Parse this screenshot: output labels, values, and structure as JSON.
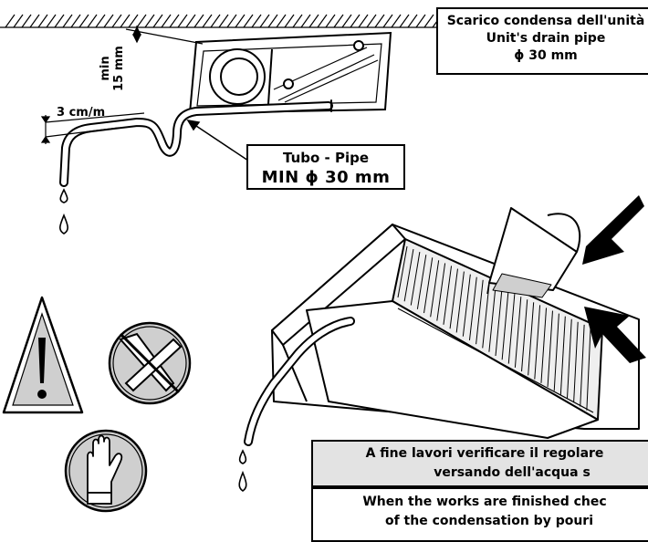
{
  "labels": {
    "drain_line1": "Scarico condensa dell'unità",
    "drain_line2": "Unit's drain pipe",
    "drain_line3": "ϕ 30 mm",
    "pipe_line1": "Tubo - Pipe",
    "pipe_line2": "MIN  ϕ 30 mm",
    "slope": "3 cm/m",
    "min_word": "min",
    "min_value": "15 mm",
    "note_it_line1": "A fine lavori verificare il regolare",
    "note_it_line2": "versando dell'acqua s",
    "note_en_line1": "When the works are finished chec",
    "note_en_line2": "of the condensation by pouri"
  },
  "icons": [
    "warning-triangle-icon",
    "tools-prohibited-icon",
    "protective-gloves-icon",
    "water-jug-icon",
    "arrow-icon"
  ],
  "colors": {
    "ink": "#000000",
    "paper": "#ffffff",
    "note_fill": "#e3e3e3",
    "hatch": "#000000"
  }
}
